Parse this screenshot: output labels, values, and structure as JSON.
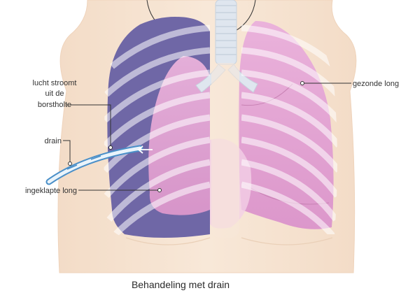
{
  "labels": {
    "air_line1": "lucht stroomt",
    "air_line2": "uit de",
    "air_line3": "borstholte",
    "drain": "drain",
    "collapsed": "ingeklapte long",
    "healthy": "gezonde long"
  },
  "caption": "Behandeling met drain",
  "colors": {
    "skin": "#f6e4d2",
    "lung_pink": "#e6a9d6",
    "lung_pink_light": "#f0c6e6",
    "pleural_space": "#716aa8",
    "trachea": "#dfe6ef",
    "tube": "#4a8fc8",
    "rib_stroke": "#ffffff"
  }
}
